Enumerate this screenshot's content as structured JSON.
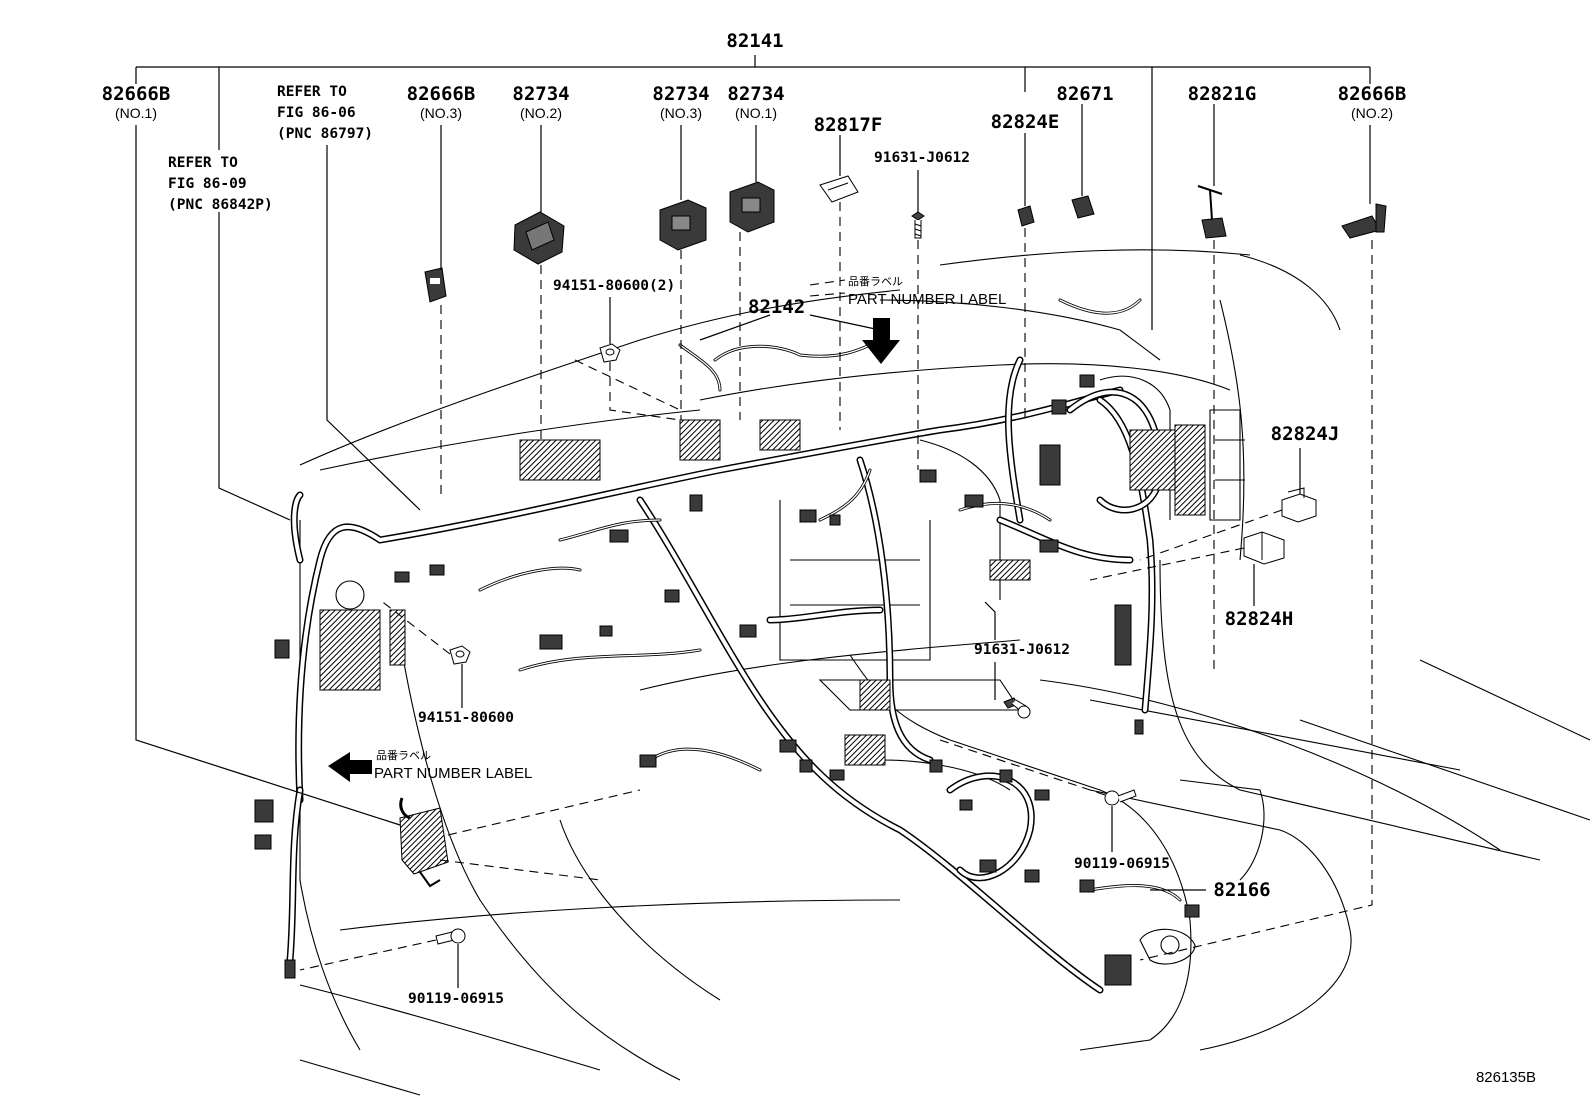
{
  "parts": {
    "p82141": "82141",
    "p82666b_no1": "82666B",
    "p82666b_no1_sub": "(NO.1)",
    "refer1": [
      "REFER TO",
      "FIG 86-06",
      "(PNC 86797)"
    ],
    "refer2": [
      "REFER TO",
      "FIG 86-09",
      "(PNC 86842P)"
    ],
    "p82666b_no3": "82666B",
    "p82666b_no3_sub": "(NO.3)",
    "p82734_no2": "82734",
    "p82734_no2_sub": "(NO.2)",
    "p82734_no3": "82734",
    "p82734_no3_sub": "(NO.3)",
    "p82734_no1": "82734",
    "p82734_no1_sub": "(NO.1)",
    "p82817f": "82817F",
    "p91631_top": "91631-J0612",
    "p82824e": "82824E",
    "p82671": "82671",
    "p82821g": "82821G",
    "p82666b_no2": "82666B",
    "p82666b_no2_sub": "(NO.2)",
    "p94151_2": "94151-80600(2)",
    "p82142": "82142",
    "label_jp": "品番ラベル",
    "label_en": "PART NUMBER LABEL",
    "p82824j": "82824J",
    "p82824h": "82824H",
    "p91631_mid": "91631-J0612",
    "p94151": "94151-80600",
    "p90119_right": "90119-06915",
    "p82166": "82166",
    "p90119_bottom": "90119-06915",
    "figure_code": "826135B"
  },
  "icons": {
    "label_arrow_top": "down-arrow-icon",
    "label_arrow_left": "left-arrow-icon"
  }
}
